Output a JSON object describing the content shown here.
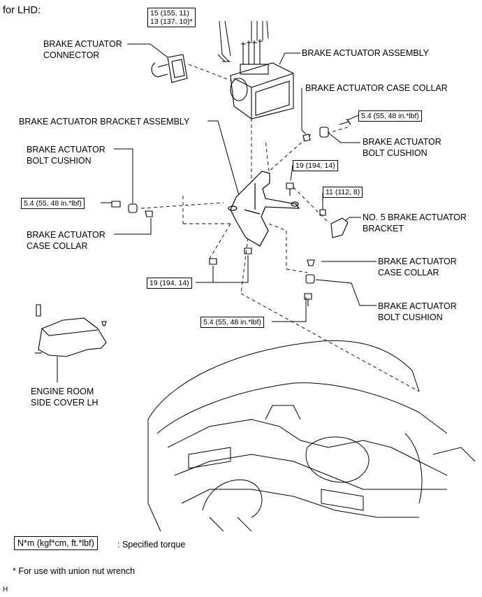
{
  "header": "for LHD:",
  "labels": {
    "actuator_connector": [
      "BRAKE ACTUATOR",
      "CONNECTOR"
    ],
    "actuator_assembly": "BRAKE ACTUATOR ASSEMBLY",
    "case_collar_top": "BRAKE ACTUATOR CASE COLLAR",
    "bracket_assembly": "BRAKE ACTUATOR BRACKET ASSEMBLY",
    "bolt_cushion_right": [
      "BRAKE ACTUATOR",
      "BOLT CUSHION"
    ],
    "bolt_cushion_left": [
      "BRAKE ACTUATOR",
      "BOLT CUSHION"
    ],
    "case_collar_left": [
      "BRAKE ACTUATOR",
      "CASE COLLAR"
    ],
    "no5_bracket": [
      "NO. 5 BRAKE ACTUATOR",
      "BRACKET"
    ],
    "case_collar_right": [
      "BRAKE ACTUATOR",
      "CASE COLLAR"
    ],
    "bolt_cushion_low": [
      "BRAKE ACTUATOR",
      "BOLT CUSHION"
    ],
    "engine_cover": [
      "ENGINE ROOM",
      "SIDE COVER LH"
    ]
  },
  "torques": {
    "top_line1": "15 (155, 11)",
    "top_line2": "13 (137, 10)*",
    "right_top": "5.4 (55, 48 in.*lbf)",
    "left": "5.4 (55, 48 in.*lbf)",
    "mid": "19 (194, 14)",
    "no5": "11 (112, 8)",
    "bottom_left": "19 (194, 14)",
    "bottom": "5.4 (55, 48 in.*lbf)"
  },
  "legend": {
    "unit_box": "N*m (kgf*cm, ft.*lbf)",
    "unit_desc": ": Specified torque",
    "footnote": "* For use with union nut wrench"
  },
  "corner_code": "H"
}
